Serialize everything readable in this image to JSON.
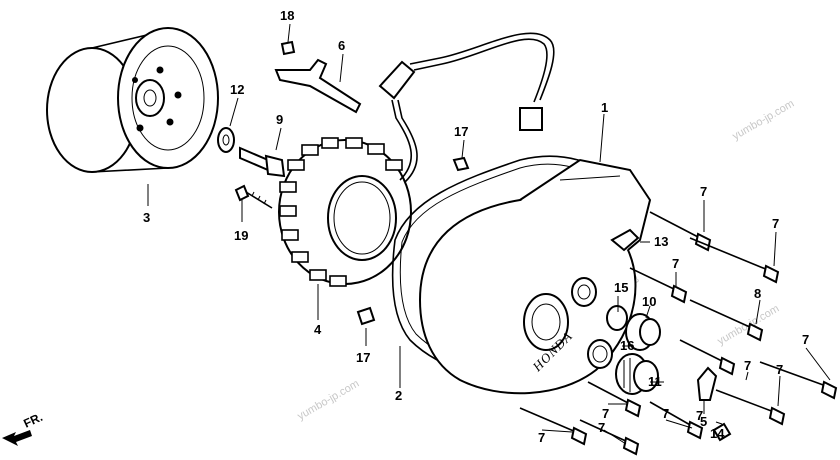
{
  "diagram": {
    "brand_mark": "HONDA",
    "direction_label": "FR.",
    "watermark": "yumbo-jp.com",
    "callouts": [
      {
        "id": "c1",
        "label": "1"
      },
      {
        "id": "c2",
        "label": "2"
      },
      {
        "id": "c3",
        "label": "3"
      },
      {
        "id": "c4",
        "label": "4"
      },
      {
        "id": "c5",
        "label": "5"
      },
      {
        "id": "c6",
        "label": "6"
      },
      {
        "id": "c7a",
        "label": "7"
      },
      {
        "id": "c7b",
        "label": "7"
      },
      {
        "id": "c7c",
        "label": "7"
      },
      {
        "id": "c7d",
        "label": "7"
      },
      {
        "id": "c7e",
        "label": "7"
      },
      {
        "id": "c7f",
        "label": "7"
      },
      {
        "id": "c7g",
        "label": "7"
      },
      {
        "id": "c7h",
        "label": "7"
      },
      {
        "id": "c7i",
        "label": "7"
      },
      {
        "id": "c7j",
        "label": "7"
      },
      {
        "id": "c7k",
        "label": "7"
      },
      {
        "id": "c8",
        "label": "8"
      },
      {
        "id": "c9",
        "label": "9"
      },
      {
        "id": "c10",
        "label": "10"
      },
      {
        "id": "c11",
        "label": "11"
      },
      {
        "id": "c12",
        "label": "12"
      },
      {
        "id": "c13",
        "label": "13"
      },
      {
        "id": "c14",
        "label": "14"
      },
      {
        "id": "c15",
        "label": "15"
      },
      {
        "id": "c16",
        "label": "16"
      },
      {
        "id": "c17a",
        "label": "17"
      },
      {
        "id": "c17b",
        "label": "17"
      },
      {
        "id": "c18",
        "label": "18"
      },
      {
        "id": "c19",
        "label": "19"
      }
    ]
  }
}
